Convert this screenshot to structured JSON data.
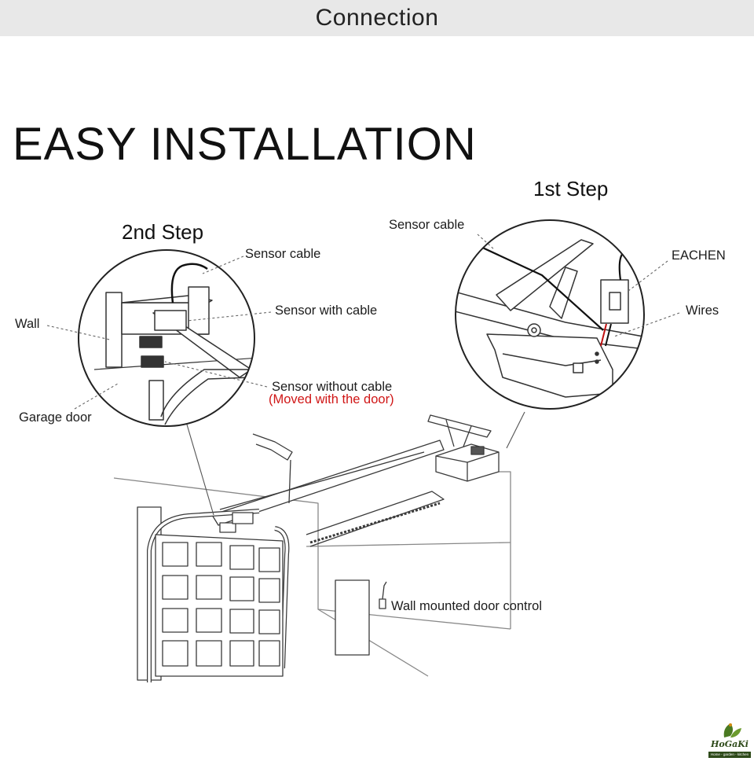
{
  "header": {
    "title": "Connection"
  },
  "main": {
    "title": "EASY INSTALLATION",
    "step1": {
      "title": "1st Step",
      "labels": {
        "sensor_cable": "Sensor cable",
        "device": "EACHEN",
        "wires": "Wires"
      }
    },
    "step2": {
      "title": "2nd Step",
      "labels": {
        "sensor_cable": "Sensor cable",
        "sensor_with_cable": "Sensor with cable",
        "wall": "Wall",
        "sensor_without_cable": "Sensor without cable",
        "moved_note": "(Moved with the door)",
        "garage_door": "Garage door"
      }
    },
    "scene": {
      "wall_control": "Wall mounted door control"
    }
  },
  "logo": {
    "name": "HoGaKi",
    "tagline": "Home - garden - kitchen"
  },
  "colors": {
    "header_bg": "#e8e8e8",
    "note_red": "#d01616",
    "line": "#3a3a3a",
    "logo_green": "#2e4a1a"
  }
}
